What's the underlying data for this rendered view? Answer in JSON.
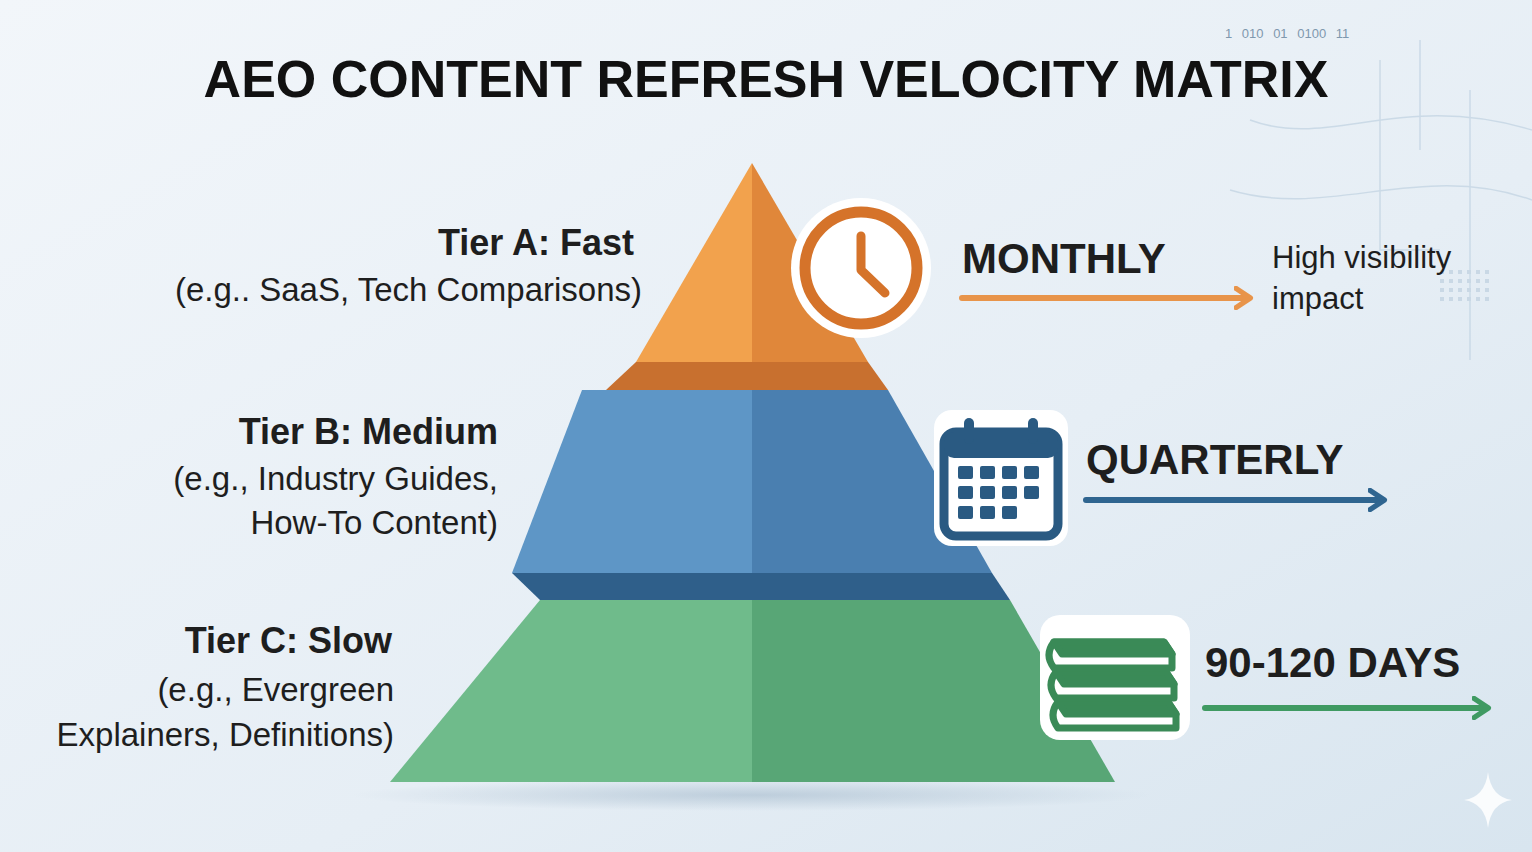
{
  "diagram": {
    "title": "AEO CONTENT REFRESH VELOCITY MATRIX",
    "labels": [
      "Tier A: Fast",
      "(e.g.. SaaS, Tech Comparisons)",
      "MONTHLY",
      "High visibility impact",
      "Tier B: Medium",
      "(e.g., Industry Guides, How-To Content)",
      "QUARTERLY",
      "Tier C: Slow",
      "(e.g., Evergreen Explainers, Definitions)",
      "90-120 DAYS",
      "1 010 01 0100 11"
    ]
  }
}
